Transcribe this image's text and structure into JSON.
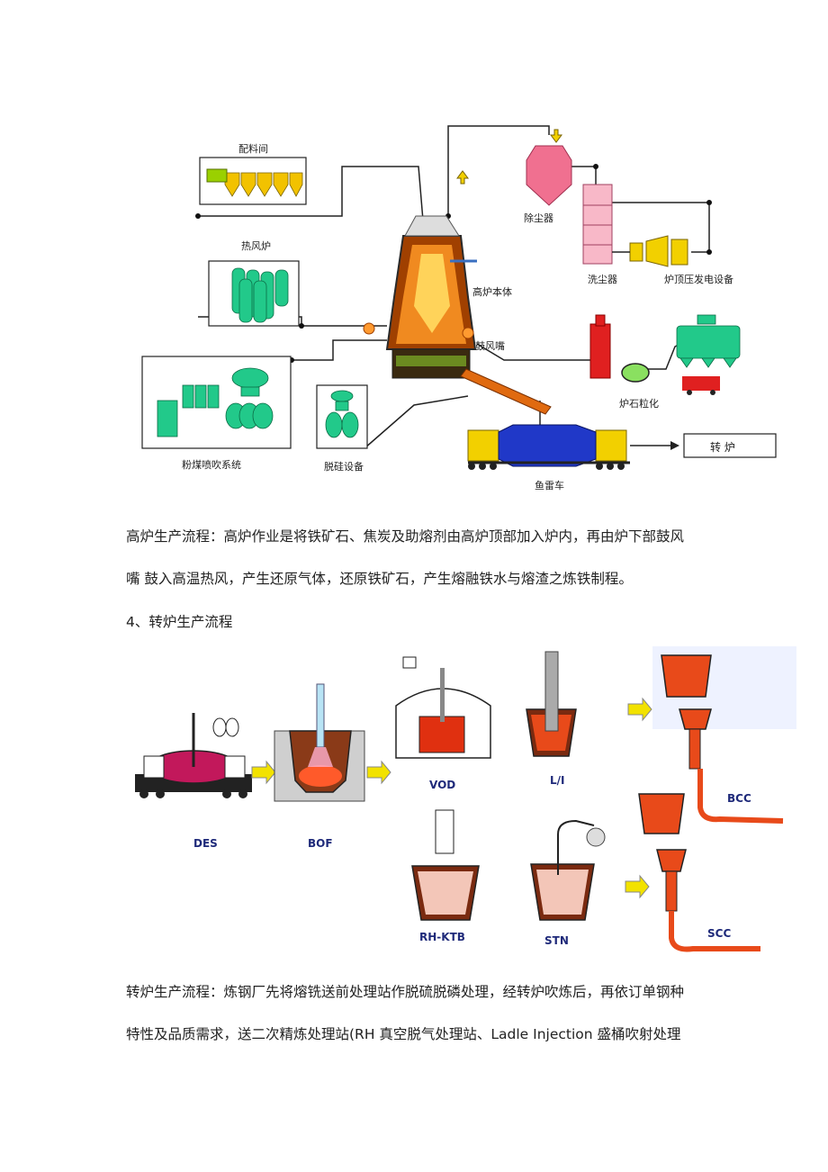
{
  "blast_furnace_diagram": {
    "labels": {
      "batching_room": "配料间",
      "hot_blast_stove": "热风炉",
      "coal_injection": "粉煤喷吹系统",
      "desilicon": "脱硅设备",
      "dust_remover": "除尘器",
      "scrubber": "洗尘器",
      "top_pressure_generator": "炉顶压发电设备",
      "furnace_body": "高炉本体",
      "tuyere": "鼓风嘴",
      "slag_granulation": "炉石粒化",
      "torpedo_car": "鱼雷车",
      "converter": "转 炉"
    }
  },
  "paragraphs": {
    "p1_line1": "高炉生产流程：高炉作业是将铁矿石、焦炭及助熔剂由高炉顶部加入炉内，再由炉下部鼓风",
    "p1_line2": "嘴  鼓入高温热风，产生还原气体，还原铁矿石，产生熔融铁水与熔渣之炼铁制程。",
    "heading": "4、转炉生产流程",
    "p2_line1": "转炉生产流程：炼钢厂先将熔铣送前处理站作脱硫脱磷处理，经转炉吹炼后，再依订单钢种",
    "p2_line2": "特性及品质需求，送二次精炼处理站(RH 真空脱气处理站、Ladle Injection 盛桶吹射处理"
  },
  "converter_diagram": {
    "labels": {
      "des": "DES",
      "bof": "BOF",
      "vod": "VOD",
      "li": "L/I",
      "rh": "RH-KTB",
      "stn": "STN",
      "bcc": "BCC",
      "scc": "SCC"
    }
  }
}
